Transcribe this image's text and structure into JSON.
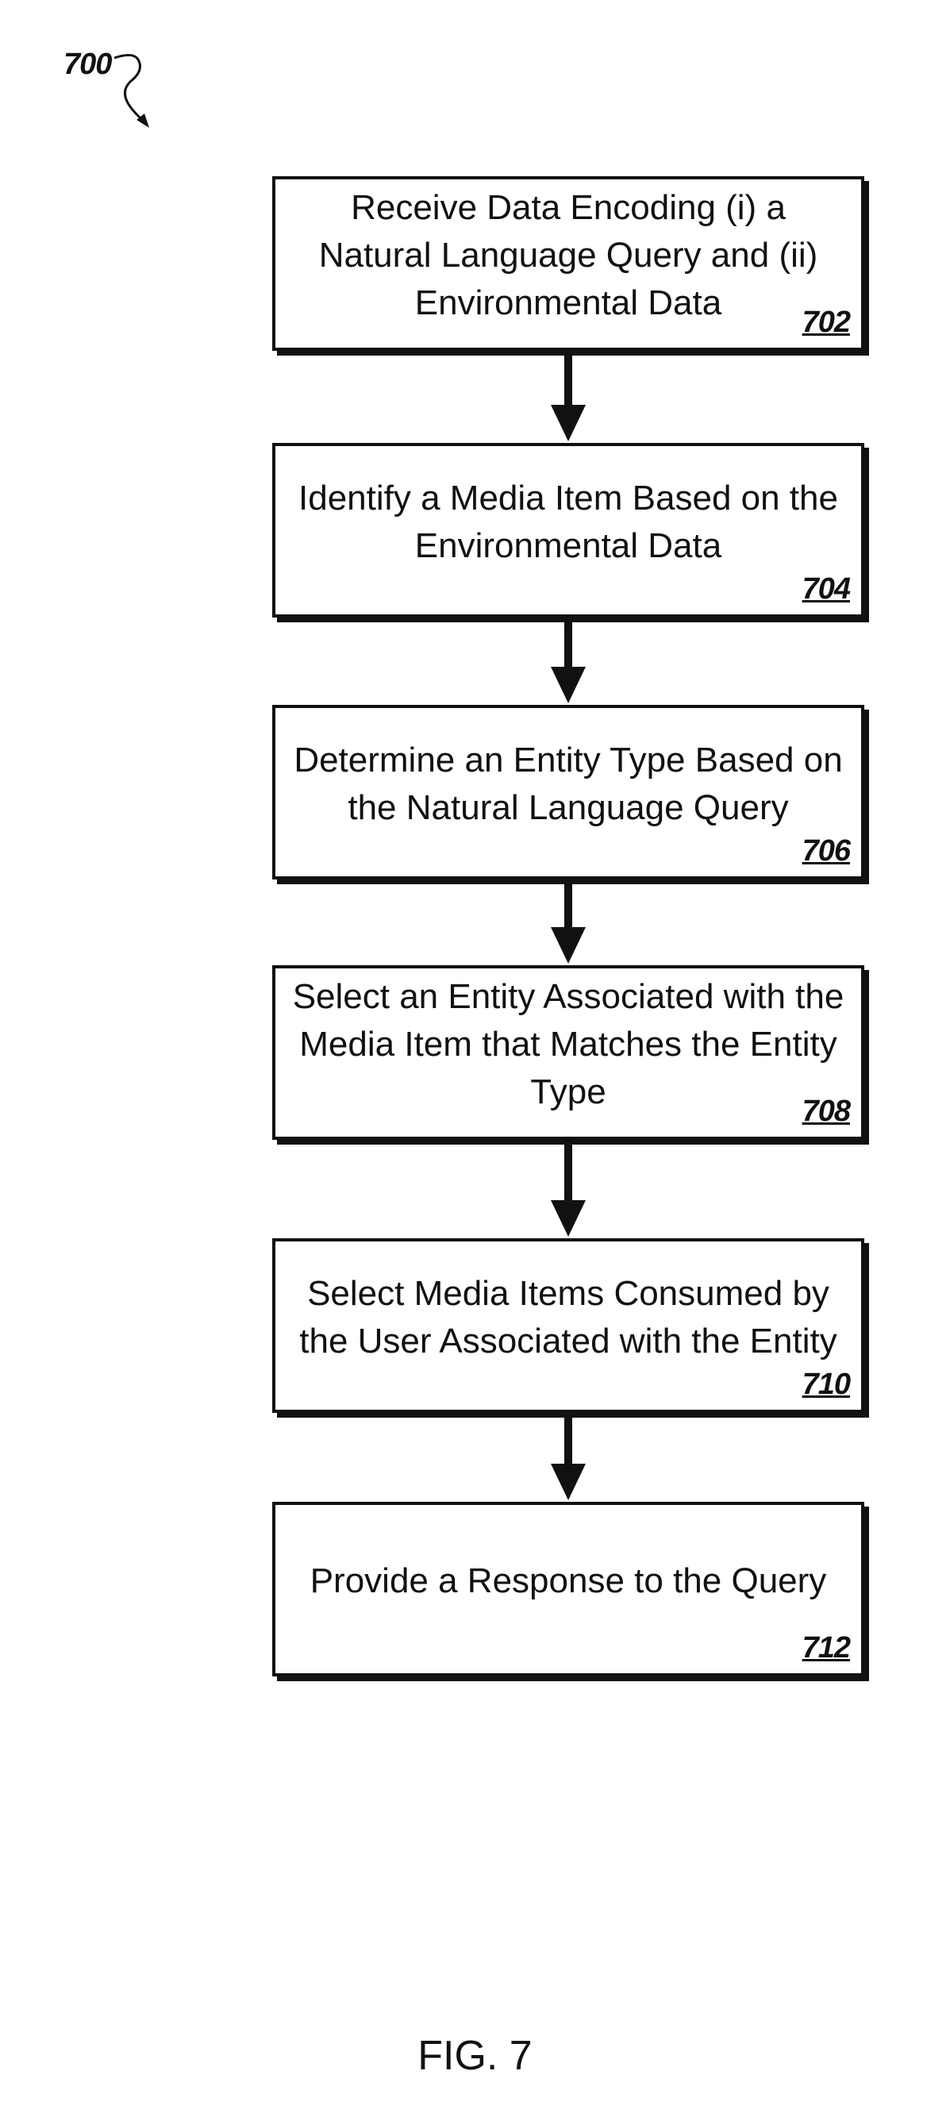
{
  "figure_ref": "700",
  "figure_caption": "FIG. 7",
  "steps": [
    {
      "text": "Receive Data Encoding (i) a Natural Language Query and (ii) Environmental Data",
      "number": "702"
    },
    {
      "text": "Identify a Media Item Based on the Environmental Data",
      "number": "704"
    },
    {
      "text": "Determine an Entity Type Based on the Natural Language Query",
      "number": "706"
    },
    {
      "text": "Select an Entity Associated with the Media Item that Matches the Entity Type",
      "number": "708"
    },
    {
      "text": "Select Media Items Consumed by the User Associated with the Entity",
      "number": "710"
    },
    {
      "text": "Provide a Response to the Query",
      "number": "712"
    }
  ]
}
